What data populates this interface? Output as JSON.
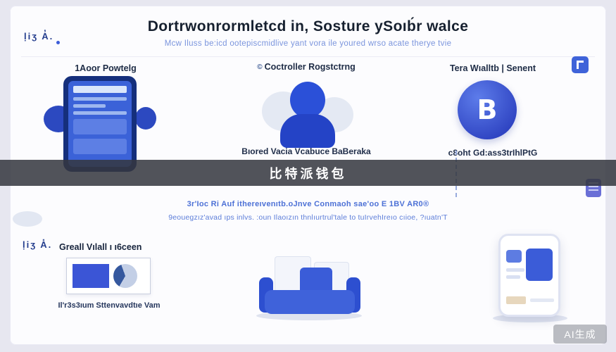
{
  "header": {
    "brand_mark": "ḷiʒ A̓.",
    "title": "Dortrwonrormletcd in, Sosture ySoıb́r walce",
    "subtitle": "Mcw Iluss be:icd ootepiscmidlive yant vora ile youred wrso acate therye tvie"
  },
  "features": {
    "col1": {
      "label": "1Aoor Powtelg"
    },
    "col2": {
      "icon_char": "©",
      "label": "Coctroller Rogstctrng",
      "caption": "Bıored Vacia Vcabuce BaBeraka"
    },
    "col3": {
      "label": "Tera Wıalltb | Senent",
      "coin_letter": "B",
      "caption": "c8oht Gd:ass3trIhlPtG"
    }
  },
  "banner": {
    "text": "比特派钱包"
  },
  "midsection": {
    "line1": "3r'Ioc Ri Auf ithereıvenıtb.oJnve Conmaoh sae'oo E 1BV AR0®",
    "line2": "9eouegzız'avad ıps inlvs. :oun Ilaoızın thnlıurtrul'tale to tuIrvehIreıo cıioe, ?ıuatn'T"
  },
  "bottom": {
    "brand_mark": "ḷiʒ A̽.",
    "left": {
      "label": "Greall Vılall ı ı6ceen",
      "caption": "Il'r3s3ıum Sttenvavdtıe Vam"
    }
  },
  "watermark": "AI生成",
  "colors": {
    "accent_blue": "#3b5cd8",
    "dark_navy": "#16202f",
    "text_blue": "#4d71d6",
    "banner_bg": "rgba(52,55,63,0.86)",
    "card_bg": "#fcfcfe",
    "page_bg": "#e7e7f0"
  }
}
